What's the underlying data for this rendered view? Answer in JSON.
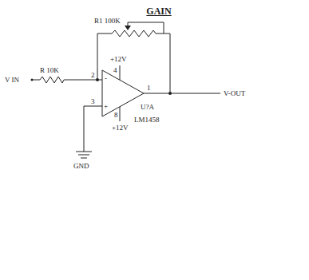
{
  "diagram": {
    "title": "GAIN",
    "labels": [
      "R1 100K",
      "+12V",
      "4",
      "V IN",
      "R 10K",
      "2",
      "-",
      "3",
      "+",
      "1",
      "V-OUT",
      "U?A",
      "8",
      "+12V",
      "LM1458",
      "GND"
    ]
  }
}
